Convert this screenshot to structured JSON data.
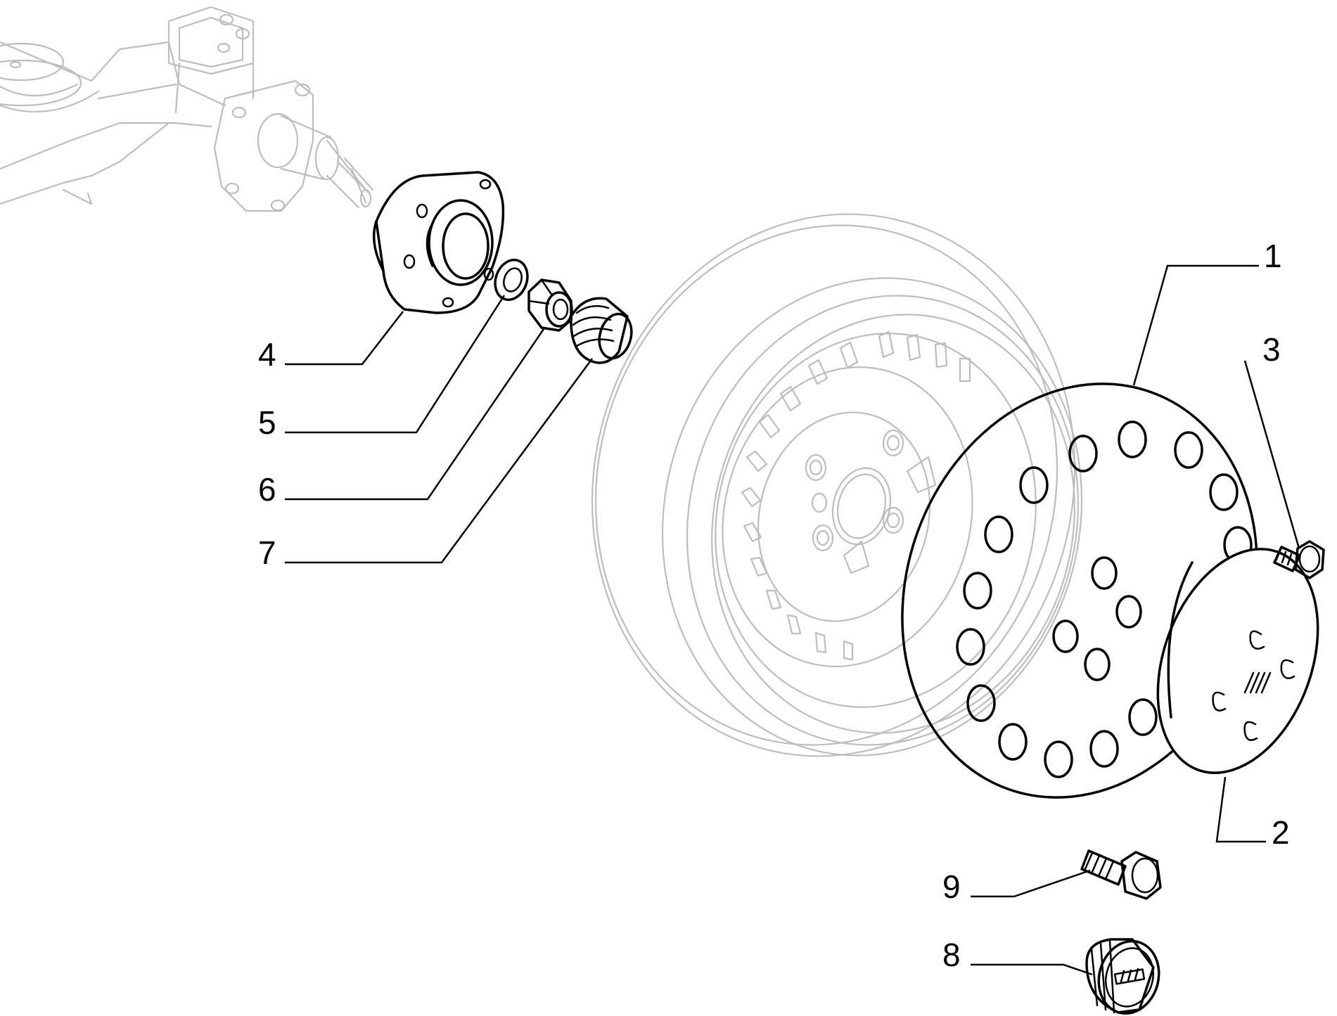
{
  "diagram": {
    "callouts": [
      {
        "id": "1",
        "label": "1"
      },
      {
        "id": "2",
        "label": "2"
      },
      {
        "id": "3",
        "label": "3"
      },
      {
        "id": "4",
        "label": "4"
      },
      {
        "id": "5",
        "label": "5"
      },
      {
        "id": "6",
        "label": "6"
      },
      {
        "id": "7",
        "label": "7"
      },
      {
        "id": "8",
        "label": "8"
      },
      {
        "id": "9",
        "label": "9"
      }
    ],
    "colors": {
      "ink": "#000000",
      "ghost": "#bdbdbd",
      "background": "#ffffff"
    }
  }
}
